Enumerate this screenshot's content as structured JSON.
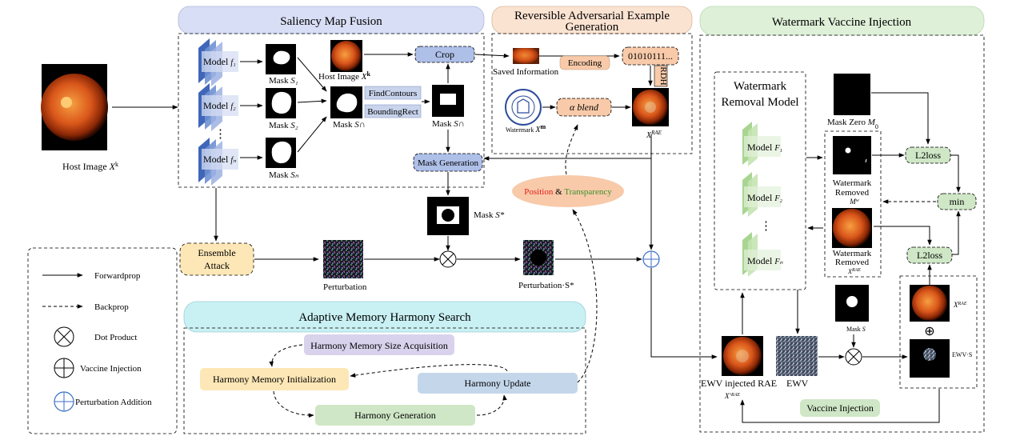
{
  "host_image": {
    "label": "Host Image",
    "var": "X",
    "sup": "k"
  },
  "saliency": {
    "title": "Saliency Map Fusion",
    "models": [
      {
        "label": "Model",
        "sub": "f₁"
      },
      {
        "label": "Model",
        "sub": "f₂"
      },
      {
        "label": "Model",
        "sub": "fₙ"
      }
    ],
    "dots": "⋮",
    "masks": [
      {
        "label": "Mask",
        "sub": "S₁"
      },
      {
        "label": "Mask",
        "sub": "S₂"
      },
      {
        "label": "Mask",
        "sub": "Sₙ"
      }
    ],
    "host_small": {
      "label": "Host Image",
      "var": "X",
      "sup": "k"
    },
    "mask_union": {
      "label": "Mask",
      "sub": "S∩"
    },
    "ops": [
      "FindContours",
      "BoundingRect"
    ],
    "mask_rect": {
      "label": "Mask",
      "sub": "S∩"
    },
    "crop": "Crop",
    "mask_gen": "Mask Generation"
  },
  "reversible": {
    "title_line1": "Reversible Adversarial Example",
    "title_line2": "Generation",
    "saved": "Saved Information",
    "encoding": "Encoding",
    "bits": "01010111...",
    "rdh": "RDH",
    "watermark": {
      "label": "Watermark",
      "var": "X",
      "sup": "m"
    },
    "alpha_blend": "α blend",
    "rae": {
      "var": "X",
      "sup": "RAE"
    }
  },
  "position_transparency": {
    "position": "Position",
    "amp": "&",
    "transparency": "Transparency"
  },
  "mask_s_star": {
    "label": "Mask",
    "var": "S*"
  },
  "ensemble": {
    "line1": "Ensemble",
    "line2": "Attack"
  },
  "perturbation": "Perturbation",
  "perturbation_s": "Perturbation·S*",
  "legend": {
    "forward": "Forwardprop",
    "backward": "Backprop",
    "dot": "Dot Product",
    "vaccine": "Vaccine Injection",
    "perturb": "Perturbation Addition"
  },
  "amhs": {
    "title": "Adaptive Memory Harmony Search",
    "acq": "Harmony Memory Size  Acquisition",
    "init": "Harmony Memory Initialization",
    "update": "Harmony Update",
    "gen": "Harmony Generation"
  },
  "vaccine": {
    "title": "Watermark Vaccine Injection",
    "removal_line1": "Watermark",
    "removal_line2": "Removal Model",
    "models": [
      {
        "label": "Model",
        "sub": "F₁"
      },
      {
        "label": "Model",
        "sub": "F₂"
      },
      {
        "label": "Model",
        "sub": "Fₙ"
      }
    ],
    "dots": "⋮",
    "mask_zero": {
      "label": "Mask Zero",
      "var": "M",
      "sub": "0"
    },
    "wm_removed_1": {
      "line1": "Watermark",
      "line2": "Removed",
      "var": "M",
      "sup": "w"
    },
    "wm_removed_2": {
      "line1": "Watermark",
      "line2": "Removed",
      "var": "X",
      "sup": "RAE"
    },
    "l2loss_1": "L2loss",
    "l2loss_2": "L2loss",
    "min": "min",
    "x_rae": {
      "var": "X",
      "sup": "RAE"
    },
    "oplus": "⊕",
    "ewv_s": "EWV·S",
    "mask_s": {
      "label": "Mask",
      "var": "S"
    },
    "ewv": "EWV",
    "ewv_injected": {
      "line1": "EWV injected RAE",
      "var": "X",
      "sup": "^RAE"
    },
    "injection_label": "Vaccine Injection"
  },
  "colors": {
    "saliency_header": "#d8def5",
    "reversible_header": "#fbe3d2",
    "vaccine_header": "#dff0d9",
    "amhs_header": "#c9f1f4",
    "blue_box": "#aebfe8",
    "orange_box": "#f8caa9",
    "yellow_box": "#fde7b6",
    "green_box": "#cfe7c6",
    "purple_box": "#d9d2ec",
    "light_blue_box": "#c4d6ea",
    "model_blue": "#5f82c6",
    "model_green": "#b9dda8",
    "fundus_dark": "#5a1a06",
    "fundus_mid": "#c9440b",
    "fundus_light": "#f2852a",
    "red_text": "#e21b1b",
    "green_text": "#3b8f2e"
  }
}
